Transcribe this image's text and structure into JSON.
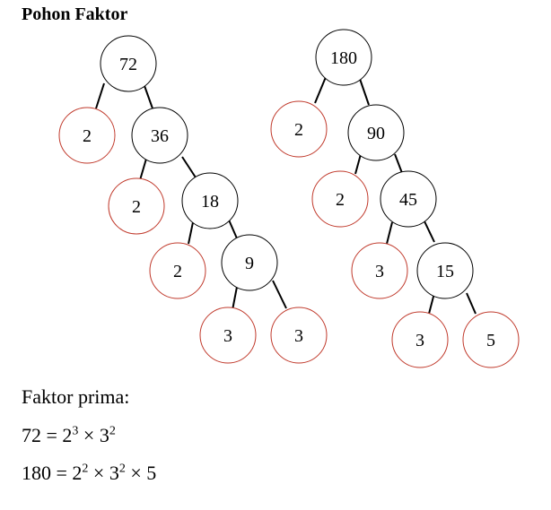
{
  "title": "Pohon Faktor",
  "colors": {
    "prime_border": "#c0392b",
    "composite_border": "#000000"
  },
  "trees": [
    {
      "root": "72",
      "nodes": [
        {
          "id": "n72",
          "label": "72",
          "prime": false
        },
        {
          "id": "n2a",
          "label": "2",
          "prime": true
        },
        {
          "id": "n36",
          "label": "36",
          "prime": false
        },
        {
          "id": "n2b",
          "label": "2",
          "prime": true
        },
        {
          "id": "n18",
          "label": "18",
          "prime": false
        },
        {
          "id": "n2c",
          "label": "2",
          "prime": true
        },
        {
          "id": "n9",
          "label": "9",
          "prime": false
        },
        {
          "id": "n3a",
          "label": "3",
          "prime": true
        },
        {
          "id": "n3b",
          "label": "3",
          "prime": true
        }
      ]
    },
    {
      "root": "180",
      "nodes": [
        {
          "id": "m180",
          "label": "180",
          "prime": false
        },
        {
          "id": "m2a",
          "label": "2",
          "prime": true
        },
        {
          "id": "m90",
          "label": "90",
          "prime": false
        },
        {
          "id": "m2b",
          "label": "2",
          "prime": true
        },
        {
          "id": "m45",
          "label": "45",
          "prime": false
        },
        {
          "id": "m3a",
          "label": "3",
          "prime": true
        },
        {
          "id": "m15",
          "label": "15",
          "prime": false
        },
        {
          "id": "m3b",
          "label": "3",
          "prime": true
        },
        {
          "id": "m5",
          "label": "5",
          "prime": true
        }
      ]
    }
  ],
  "factor_heading": "Faktor prima:",
  "equations": [
    {
      "lhs": "72",
      "eq": "=",
      "base1": "2",
      "exp1": "3",
      "times1": "×",
      "base2": "3",
      "exp2": "2"
    },
    {
      "lhs": "180",
      "eq": "=",
      "base1": "2",
      "exp1": "2",
      "times1": "×",
      "base2": "3",
      "exp2": "2",
      "times2": "×",
      "base3": "5"
    }
  ]
}
